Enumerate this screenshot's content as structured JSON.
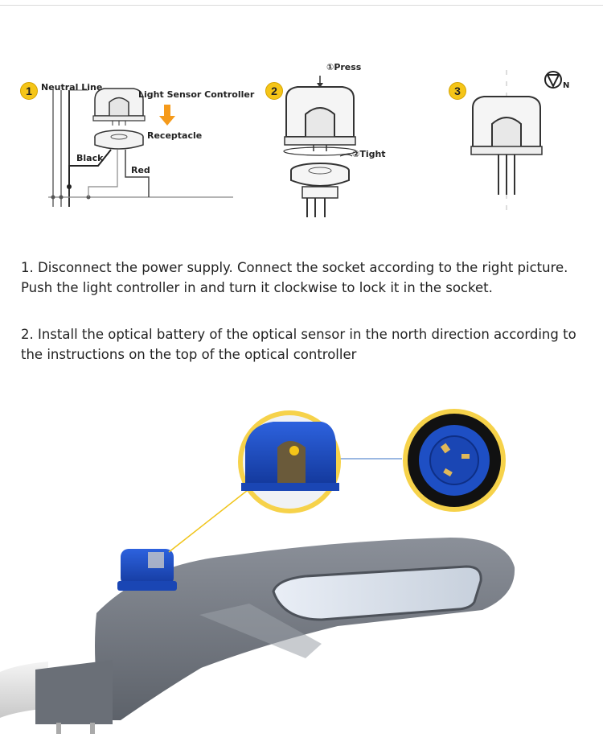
{
  "diagram1": {
    "step": "1",
    "neutral_line": "Neutral Line",
    "light_sensor_controller": "Light Sensor Controller",
    "receptacle": "Receptacle",
    "black": "Black",
    "red": "Red"
  },
  "diagram2": {
    "step": "2",
    "press": "①Press",
    "tight": "②Tight"
  },
  "diagram3": {
    "step": "3",
    "north": "N"
  },
  "instructions": [
    {
      "text": "1. Disconnect the power supply. Connect the socket according to the right picture. Push the light controller in and turn it clockwise to lock it in the socket."
    },
    {
      "text": "2. Install the optical battery of the optical sensor in the north direction according to the instructions on the top of the optical controller"
    }
  ],
  "colors": {
    "step_badge": "#f5c518",
    "sensor_blue": "#1e4fc4",
    "fixture_gray": "#707781",
    "callout_yellow": "#f0c419"
  }
}
